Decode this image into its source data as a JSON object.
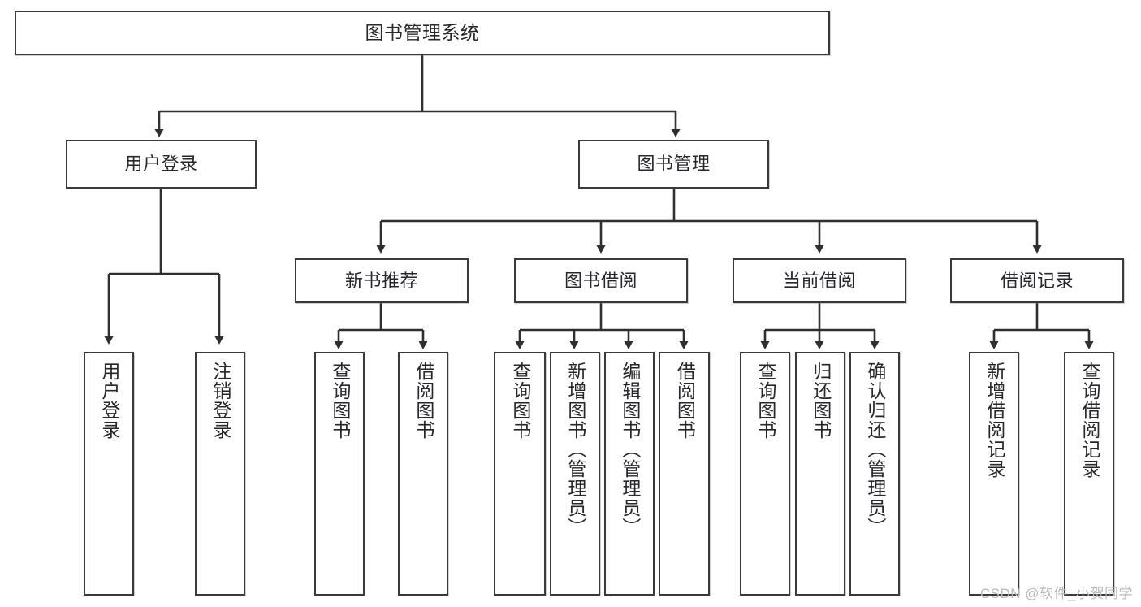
{
  "diagram": {
    "type": "tree-hierarchy",
    "title": "图书管理系统",
    "orientation": "top-down",
    "colors": {
      "box_border": "#3a3a3a",
      "box_fill": "#ffffff",
      "connector": "#2f2f2f",
      "text": "#26262b",
      "watermark": "#b9b9b9"
    }
  },
  "root": {
    "label": "图书管理系统"
  },
  "level2": [
    {
      "label": "用户登录"
    },
    {
      "label": "图书管理"
    }
  ],
  "level3": [
    {
      "label": "新书推荐"
    },
    {
      "label": "图书借阅"
    },
    {
      "label": "当前借阅"
    },
    {
      "label": "借阅记录"
    }
  ],
  "leaves": {
    "user_login": [
      {
        "label": "用户登录"
      },
      {
        "label": "注销登录"
      }
    ],
    "new_book": [
      {
        "label": "查询图书"
      },
      {
        "label": "借阅图书"
      }
    ],
    "borrow_book": [
      {
        "label": "查询图书"
      },
      {
        "label": "新增图书（管理员）"
      },
      {
        "label": "编辑图书（管理员）"
      },
      {
        "label": "借阅图书"
      }
    ],
    "current_borrow": [
      {
        "label": "查询图书"
      },
      {
        "label": "归还图书"
      },
      {
        "label": "确认归还（管理员）"
      }
    ],
    "borrow_record": [
      {
        "label": "新增借阅记录"
      },
      {
        "label": "查询借阅记录"
      }
    ]
  },
  "watermark": {
    "text": "CSDN @软件_小贺同学"
  }
}
